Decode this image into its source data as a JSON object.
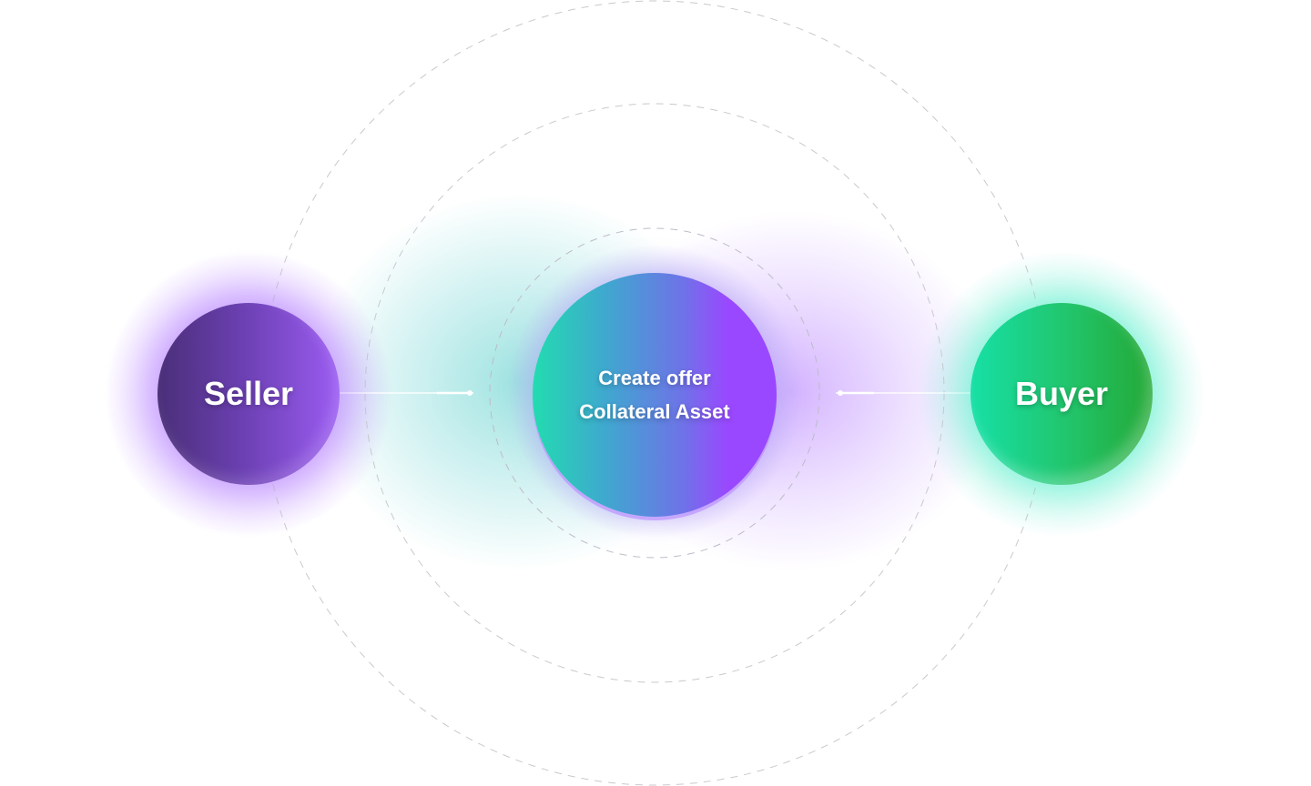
{
  "diagram": {
    "nodes": {
      "seller": {
        "label": "Seller",
        "color": "#7a4cd0"
      },
      "center": {
        "line1": "Create offer",
        "line2": "Collateral Asset",
        "colors": [
          "#22dcb0",
          "#9a48ff"
        ]
      },
      "buyer": {
        "label": "Buyer",
        "color": "#22c46a"
      }
    },
    "orbit_style": "dashed",
    "orbit_color": "#c9c9cf"
  }
}
